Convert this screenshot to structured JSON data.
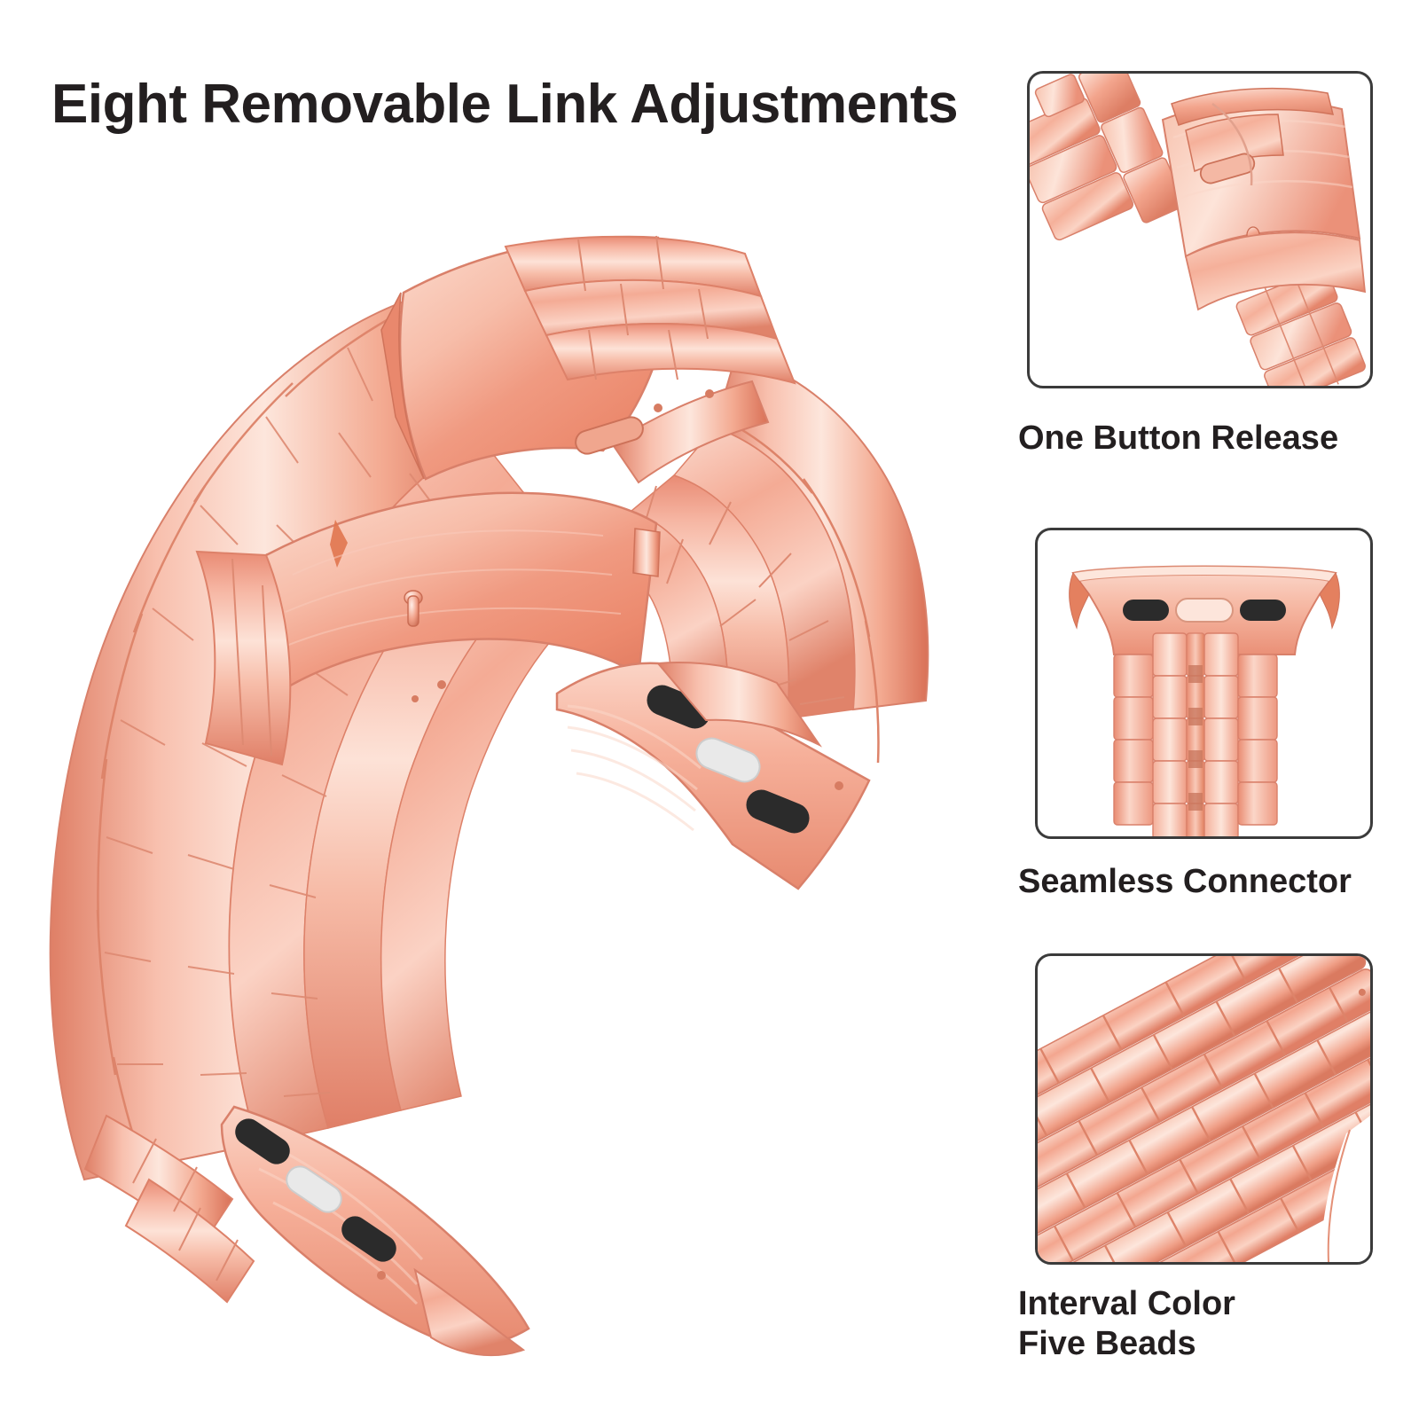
{
  "page": {
    "background_color": "#ffffff",
    "headline": "Eight Removable Link Adjustments",
    "text_color": "#231f20"
  },
  "product": {
    "name": "stainless steel watch band bracelet",
    "finish": "rose gold",
    "link_style": "five beads",
    "colors": {
      "metal_light": "#fbcfc2",
      "metal_mid": "#f2a18e",
      "metal_dark": "#e08571",
      "metal_shadow": "#c96b57",
      "metal_highlight": "#fde7df",
      "slot_black": "#2b2b2b",
      "button_white": "#e9e9e9",
      "outline": "#d98a74"
    }
  },
  "features": [
    {
      "id": "one-button-release",
      "caption": "One Button Release",
      "art": "clasp-closeup",
      "border_color": "#3b3b3b"
    },
    {
      "id": "seamless-connector",
      "caption": "Seamless Connector",
      "art": "connector-closeup",
      "border_color": "#3b3b3b"
    },
    {
      "id": "interval-color-five-beads",
      "caption": "Interval Color\nFive Beads",
      "art": "beads-closeup",
      "border_color": "#3b3b3b"
    }
  ],
  "main_image": {
    "description": "rose gold five-bead stainless steel bracelet shown open in a C curve with deployant clasp at top and watch lug connectors at both ends",
    "connector_slots": 2,
    "connector_button": 1
  }
}
